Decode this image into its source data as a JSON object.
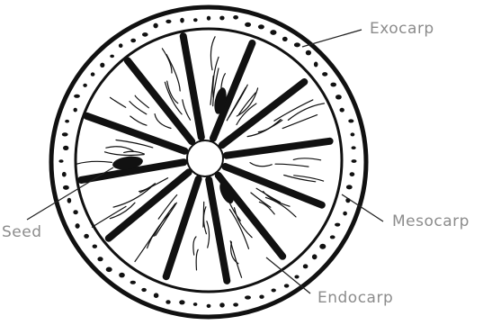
{
  "labels": {
    "exocarp": "Exocarp",
    "seed": "Seed",
    "mesocarp": "Mesocarp",
    "endocarp": "Endocarp"
  },
  "colors": {
    "ink": "#111111",
    "label_text": "#8c8c8c",
    "leader_line": "#222222",
    "background": "#ffffff"
  }
}
